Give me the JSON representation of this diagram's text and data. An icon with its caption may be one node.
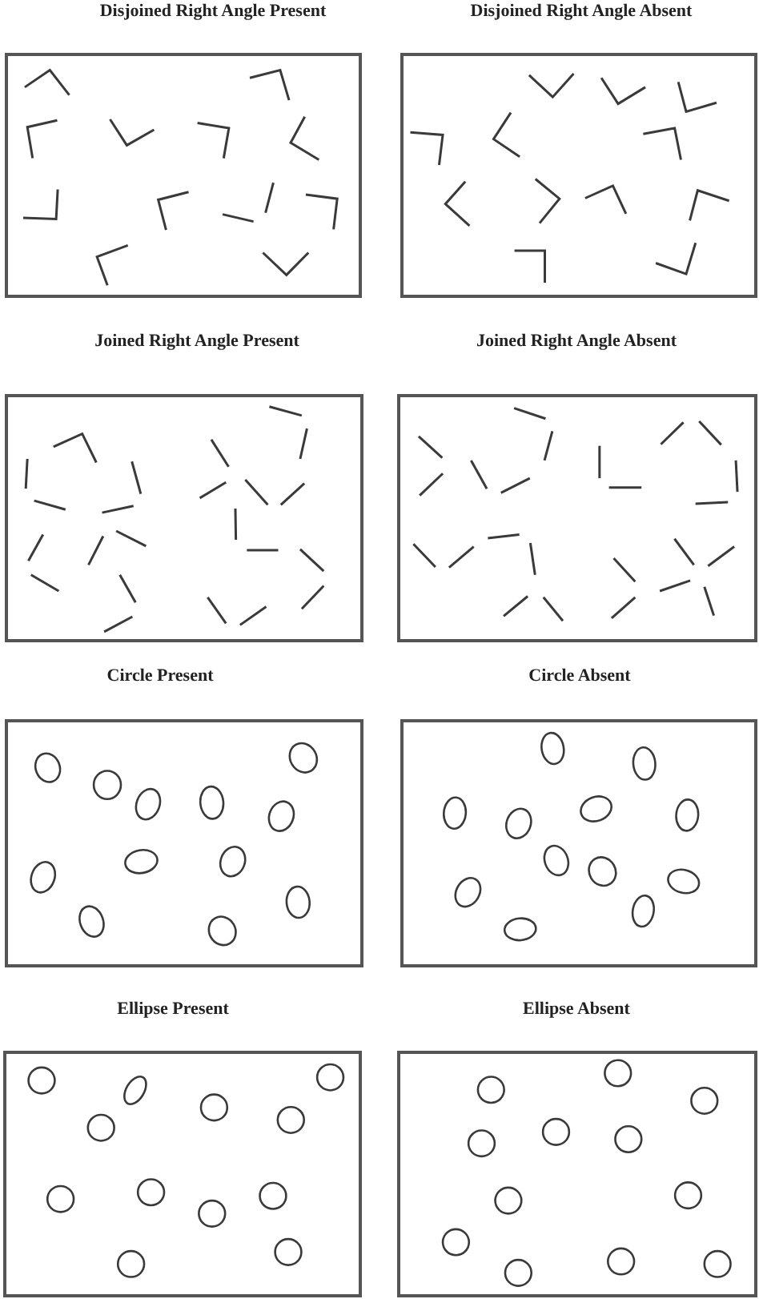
{
  "diagram": {
    "nodes": [
      {
        "text": [
          "Disjoined Right Angle Present"
        ]
      },
      {
        "text": [
          "Disjoined Right Angle Absent"
        ]
      },
      {
        "text": [
          "Joined Right Angle Present"
        ]
      },
      {
        "text": [
          "Joined Right Angle Absent"
        ]
      },
      {
        "text": [
          "Circle Present"
        ]
      },
      {
        "text": [
          "Circle Absent"
        ]
      },
      {
        "text": [
          "Ellipse Present"
        ]
      },
      {
        "text": [
          "Ellipse Absent"
        ]
      }
    ]
  }
}
